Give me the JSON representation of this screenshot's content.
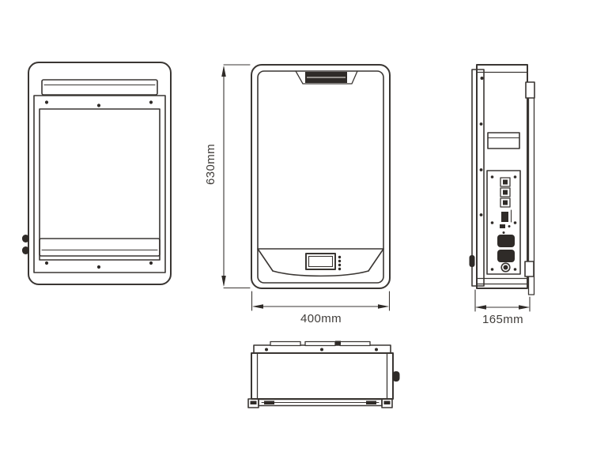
{
  "dimensions": {
    "height": {
      "label": "630mm",
      "value": 630,
      "unit": "mm"
    },
    "width": {
      "label": "400mm",
      "value": 400,
      "unit": "mm"
    },
    "depth": {
      "label": "165mm",
      "value": 165,
      "unit": "mm"
    }
  },
  "colors": {
    "line": "#3a3633",
    "dark_fill": "#2f2b28",
    "text": "#403d3a",
    "background": "#ffffff"
  }
}
